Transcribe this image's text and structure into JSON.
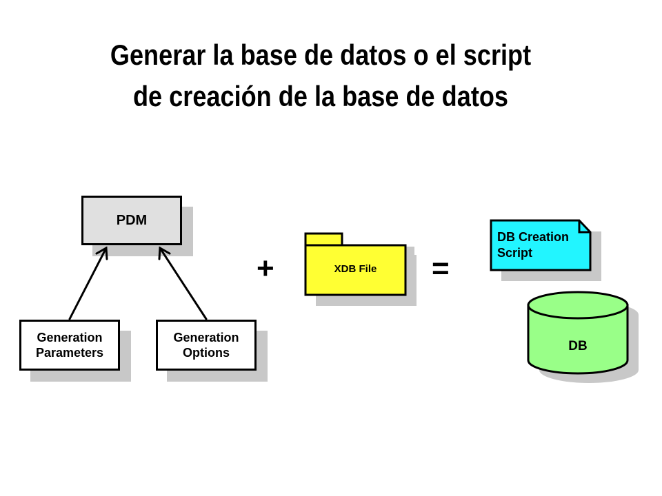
{
  "title": {
    "line1": "Generar la base de datos o el script",
    "line2": "de creación de la base de datos"
  },
  "nodes": {
    "pdm": "PDM",
    "gen_params_line1": "Generation",
    "gen_params_line2": "Parameters",
    "gen_options_line1": "Generation",
    "gen_options_line2": "Options",
    "xdb_file": "XDB File",
    "db_script_line1": "DB Creation",
    "db_script_line2": "Script",
    "db": "DB"
  },
  "operators": {
    "plus": "+",
    "equals": "="
  },
  "colors": {
    "pdm_fill": "#e0e0e0",
    "xdb_fill": "#ffff33",
    "script_fill": "#22f5ff",
    "db_fill": "#99ff88",
    "shadow": "#c8c8c8"
  }
}
